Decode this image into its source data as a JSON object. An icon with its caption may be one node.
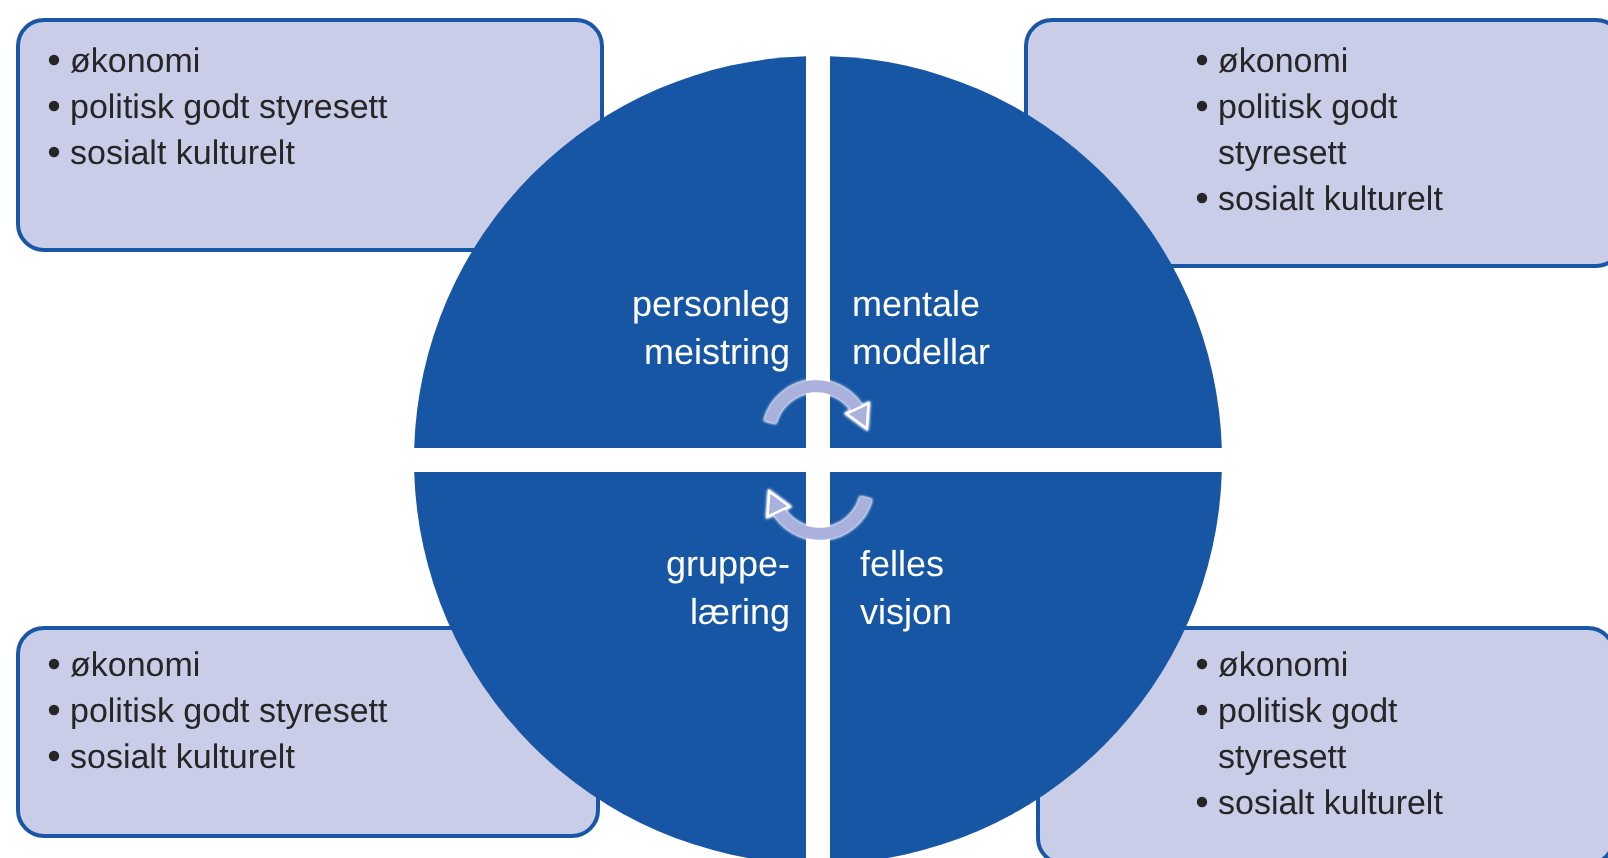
{
  "diagram": {
    "nodes": [
      {
        "text": [
          "økonomi",
          "politisk godt styresett",
          "sosialt kulturelt"
        ]
      },
      {
        "text": [
          "økonomi",
          "politisk godt styresett",
          "sosialt kulturelt"
        ]
      },
      {
        "text": [
          "personleg meistring"
        ]
      },
      {
        "text": [
          "mentale modellar"
        ]
      },
      {
        "text": [
          "gruppe-læring"
        ]
      },
      {
        "text": [
          "felles visjon"
        ]
      },
      {
        "text": [
          "økonomi",
          "politisk godt styresett",
          "sosialt kulturelt"
        ]
      },
      {
        "text": [
          "økonomi",
          "politisk godt styresett",
          "sosialt kulturelt"
        ]
      }
    ],
    "edges": [
      {
        "from": 2,
        "to": 3,
        "arrow": "to"
      },
      {
        "from": 5,
        "to": 4,
        "arrow": "to"
      }
    ]
  }
}
